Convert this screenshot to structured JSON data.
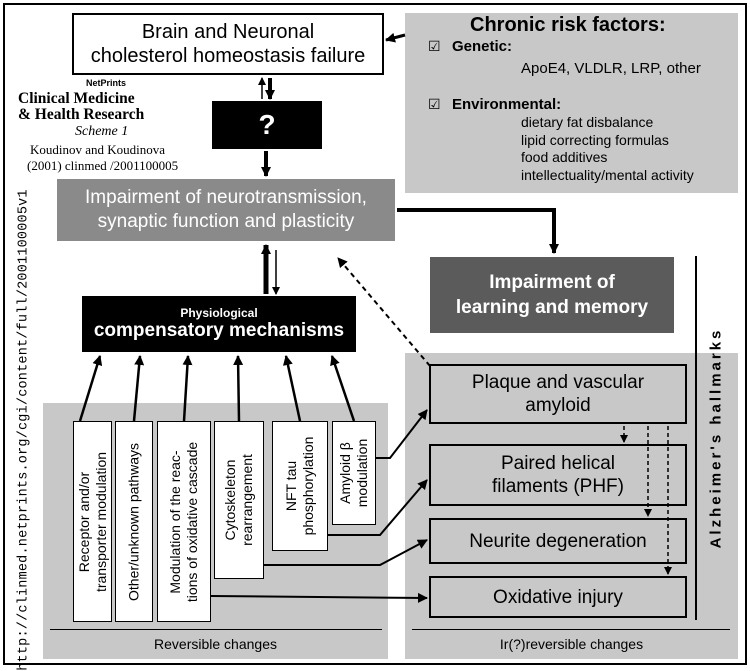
{
  "top_box": {
    "line1": "Brain and Neuronal",
    "line2": "cholesterol homeostasis failure"
  },
  "risk": {
    "title": "Chronic risk factors:",
    "checkbox": "☑",
    "genetic": {
      "label": "Genetic:",
      "items": "ApoE4, VLDLR, LRP, other"
    },
    "environmental": {
      "label": "Environmental:",
      "items": [
        "dietary fat disbalance",
        "lipid correcting formulas",
        "food additives",
        "intellectuality/mental activity"
      ]
    }
  },
  "logo": {
    "brand": "NetPrints",
    "line1": "Clinical Medicine",
    "line2": "& Health Research",
    "scheme": "Scheme 1",
    "authors": "Koudinov and Koudinova",
    "citation": "(2001) clinmed /2001100005"
  },
  "question_box": "?",
  "neuro_box": {
    "line1": "Impairment of neurotransmission,",
    "line2": "synaptic function and plasticity"
  },
  "learning_box": {
    "line1": "Impairment of",
    "line2": "learning and memory"
  },
  "physio_box": {
    "line1": "Physiological",
    "line2": "compensatory mechanisms"
  },
  "url": "http://clinmed.netprints.org/cgi/content/full/2001100005v1",
  "mechanisms": [
    {
      "line1": "Receptor and/or",
      "line2": "transporter modulation"
    },
    {
      "line1": "Other/unknown pathways",
      "line2": ""
    },
    {
      "line1": "Modulation of the reac-",
      "line2": "tions of oxidative cascade"
    },
    {
      "line1": "Cytoskeleton",
      "line2": "rearrangement"
    },
    {
      "line1": "NFT tau",
      "line2": "phosphorylation"
    },
    {
      "line1": "Amyloid β",
      "line2": "modulation"
    }
  ],
  "hallmarks": {
    "plaque": {
      "line1": "Plaque and vascular",
      "line2": "amyloid"
    },
    "phf": {
      "line1": "Paired helical",
      "line2": "filaments (PHF)"
    },
    "neurite": "Neurite degeneration",
    "oxidative": "Oxidative injury"
  },
  "hallmarks_label": "Alzheimer's hallmarks",
  "reversible_label": "Reversible changes",
  "irreversible_label": "Ir(?)reversible changes"
}
